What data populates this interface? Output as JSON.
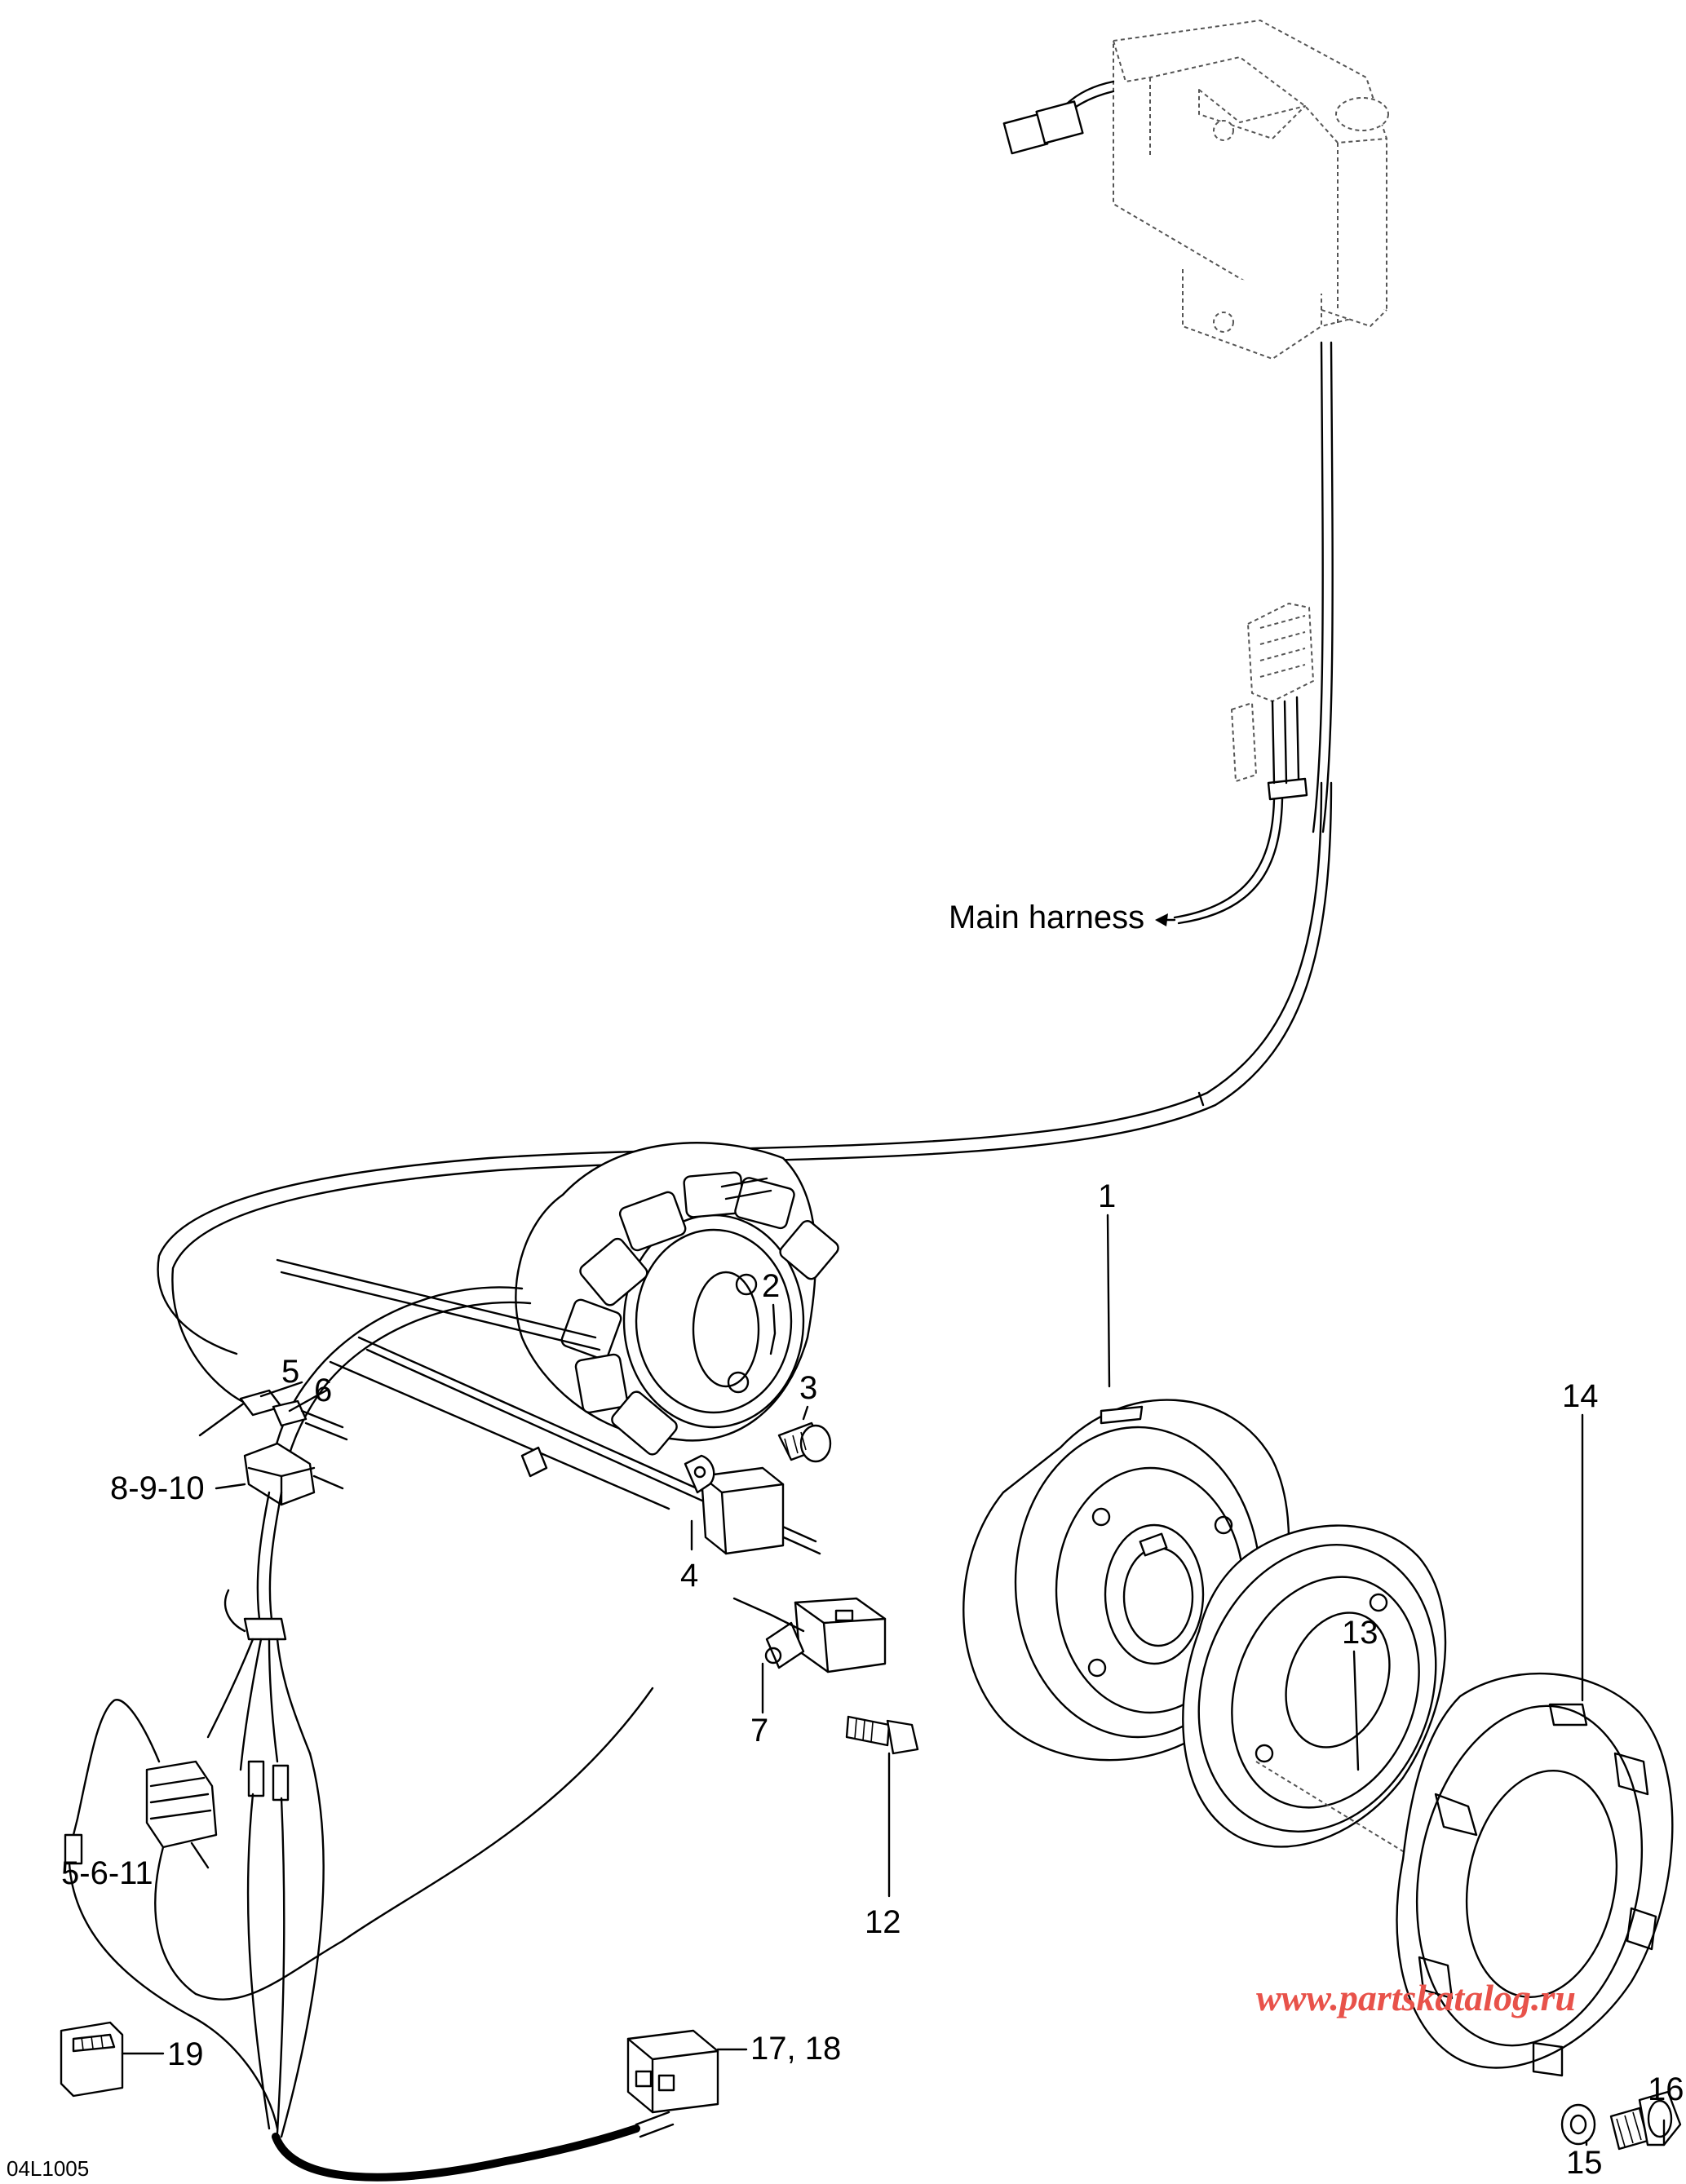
{
  "diagram_code": "04L1005",
  "watermark": "www.partskatalog.ru",
  "harness_label": "Main harness",
  "callouts": {
    "c1": "1",
    "c2": "2",
    "c3": "3",
    "c4": "4",
    "c5": "5",
    "c6": "6",
    "c7": "7",
    "c8_9_10": "8-9-10",
    "c5_6_11": "5-6-11",
    "c12": "12",
    "c13": "13",
    "c14": "14",
    "c15": "15",
    "c16": "16",
    "c17_18": "17, 18",
    "c19": "19"
  },
  "colors": {
    "line": "#000000",
    "watermark": "#e8524a",
    "background": "#ffffff"
  }
}
